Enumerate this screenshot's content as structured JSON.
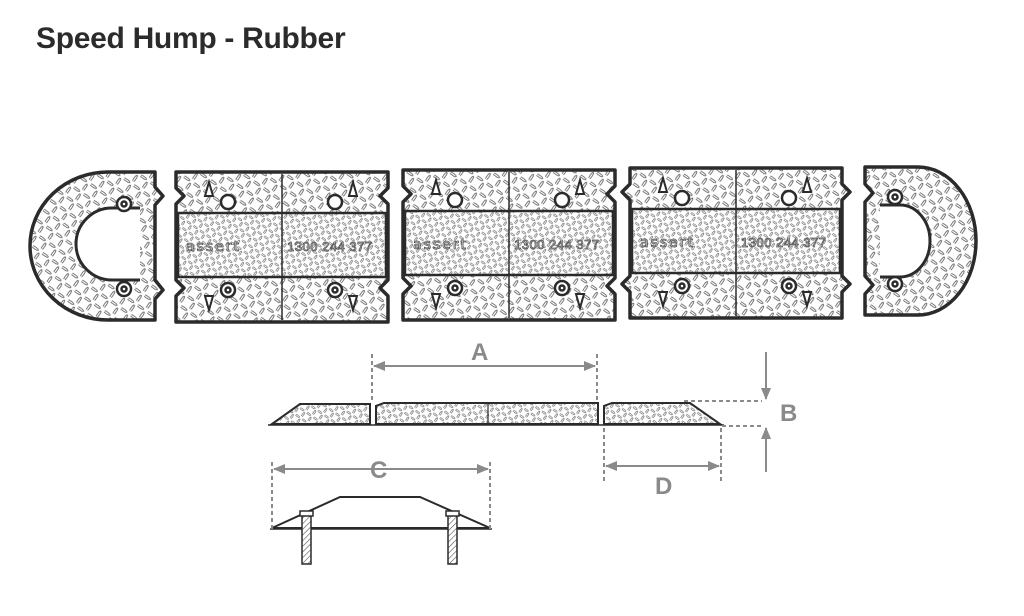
{
  "title": "Speed Hump - Rubber",
  "brand_mark": "assert",
  "phone_number": "1300 244 377",
  "dimensions": {
    "a": "A",
    "b": "B",
    "c": "C",
    "d": "D"
  },
  "colors": {
    "outline": "#2b2b2b",
    "tread": "#6b6b6b",
    "dimension": "#8a8a8a",
    "title": "#2b2b2b"
  }
}
